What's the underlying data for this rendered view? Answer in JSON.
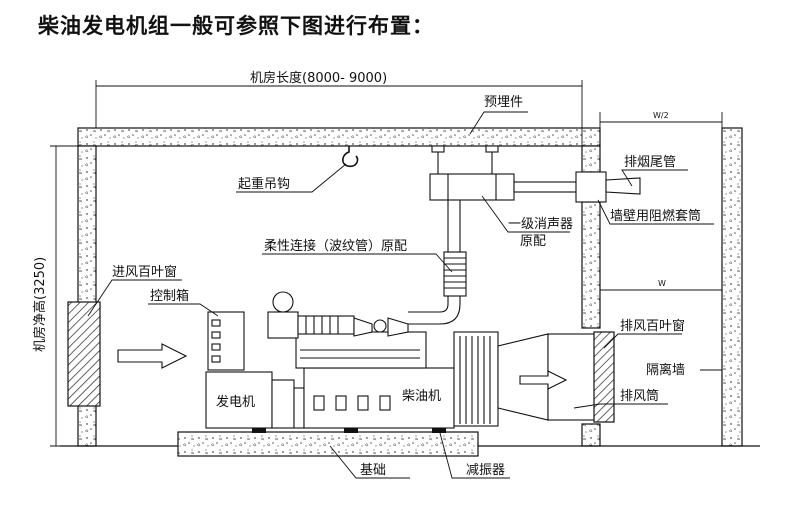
{
  "title": "柴油发电机组一般可参照下图进行布置：",
  "dimensions": {
    "length": "机房长度(8000- 9000)",
    "height": "机房净高(3250)",
    "half_w": "W/2",
    "w": "W"
  },
  "labels": {
    "embedded_part": "预埋件",
    "exhaust_tail_pipe": "排烟尾管",
    "lifting_hook": "起重吊钩",
    "wall_sleeve": "墙壁用阻燃套筒",
    "silencer_line1": "一级消声器",
    "silencer_line2": "原配",
    "flex_connection": "柔性连接（波纹管）原配",
    "inlet_louver": "进风百叶窗",
    "control_box": "控制箱",
    "exhaust_louver": "排风百叶窗",
    "partition_wall": "隔离墙",
    "generator": "发电机",
    "diesel_engine": "柴油机",
    "exhaust_duct": "排风筒",
    "foundation": "基础",
    "damper": "减振器"
  }
}
